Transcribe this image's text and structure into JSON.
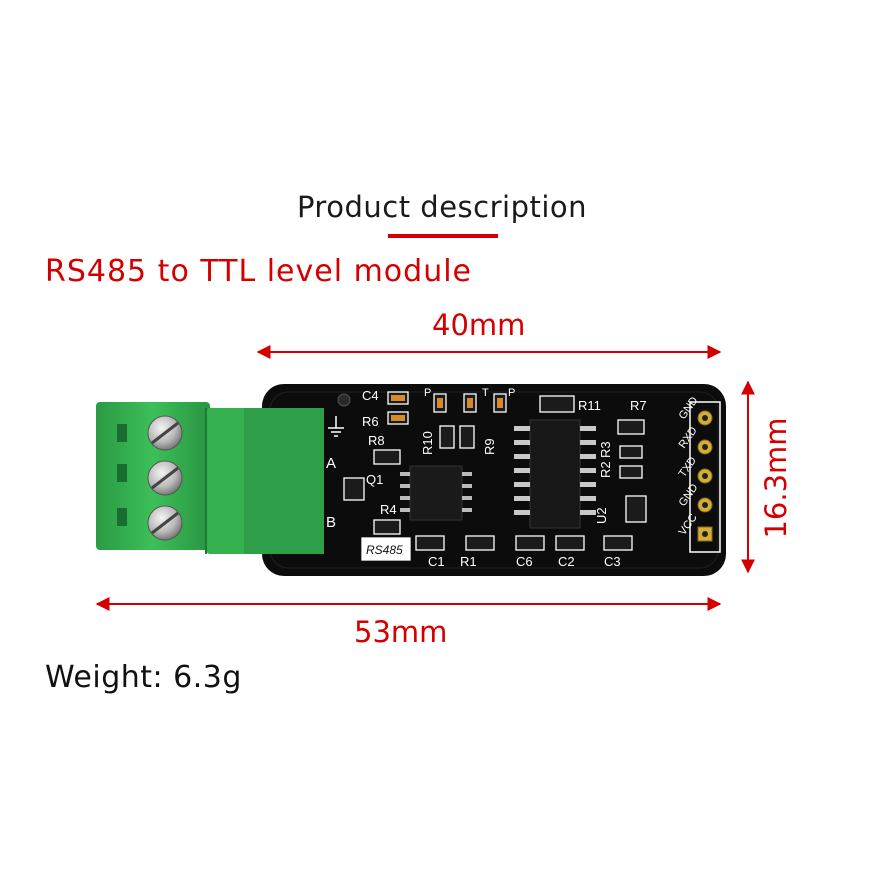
{
  "header": {
    "title": "Product description",
    "subtitle": "RS485 to TTL level module"
  },
  "dimensions": {
    "width_label": "40mm",
    "length_label": "53mm",
    "height_label": "16.3mm"
  },
  "spec": {
    "weight": "Weight: 6.3g"
  },
  "board": {
    "silk_rs485": "RS485",
    "silk_a": "A",
    "silk_b": "B",
    "pins": [
      "GND",
      "RXD",
      "TXD",
      "GND",
      "VCC"
    ],
    "components": [
      "C4",
      "R6",
      "R8",
      "R10",
      "R9",
      "R11",
      "R7",
      "R3",
      "R2",
      "Q1",
      "R4",
      "U2",
      "C1",
      "R1",
      "C6",
      "C2",
      "C3"
    ],
    "leds": [
      "P",
      "T",
      "P"
    ]
  },
  "colors": {
    "accent": "#d40000",
    "pcb": "#0c0c0c",
    "terminal": "#2fa84a",
    "silkscreen": "#ffffff"
  }
}
